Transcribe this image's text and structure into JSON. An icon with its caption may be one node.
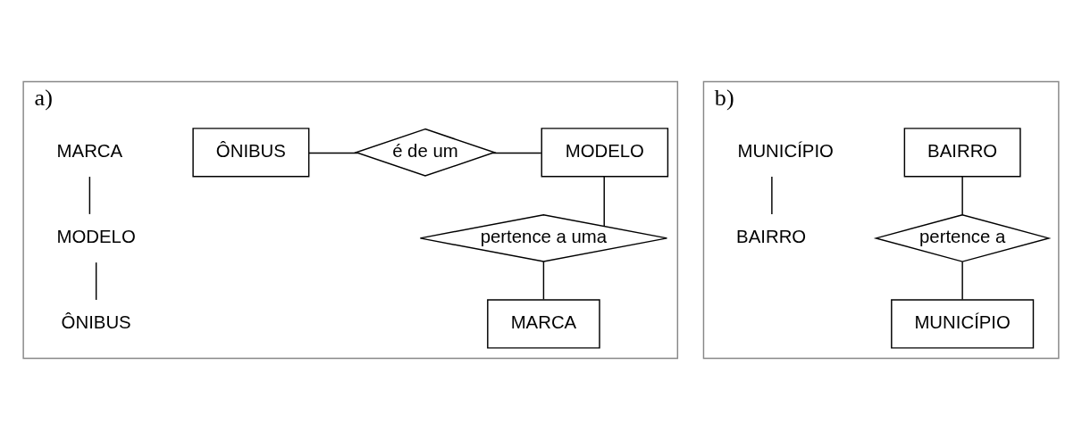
{
  "diagram": {
    "nodes": [
      {
        "text": [
          "a)"
        ]
      },
      {
        "text": [
          "ÔNIBUS"
        ],
        "in": 0
      },
      {
        "text": [
          "é de um"
        ],
        "in": 0
      },
      {
        "text": [
          "MODELO"
        ],
        "in": 0
      },
      {
        "text": [
          "pertence a uma"
        ],
        "in": 0
      },
      {
        "text": [
          "MARCA"
        ],
        "in": 0
      },
      {
        "text": [
          "MARCA"
        ],
        "in": 0
      },
      {
        "text": [
          "MODELO"
        ],
        "in": 0
      },
      {
        "text": [
          "ÔNIBUS"
        ],
        "in": 0
      },
      {
        "text": [
          "b)"
        ]
      },
      {
        "text": [
          "BAIRRO"
        ],
        "in": 9
      },
      {
        "text": [
          "pertence a"
        ],
        "in": 9
      },
      {
        "text": [
          "MUNICÍPIO"
        ],
        "in": 9
      },
      {
        "text": [
          "MUNICÍPIO"
        ],
        "in": 9
      },
      {
        "text": [
          "BAIRRO"
        ],
        "in": 9
      }
    ],
    "edges": [
      {
        "from": 1,
        "to": 2,
        "arrow": "none"
      },
      {
        "from": 2,
        "to": 3,
        "arrow": "none"
      },
      {
        "from": 3,
        "to": 4,
        "arrow": "none"
      },
      {
        "from": 4,
        "to": 5,
        "arrow": "none"
      },
      {
        "from": 6,
        "to": 7,
        "arrow": "none"
      },
      {
        "from": 7,
        "to": 8,
        "arrow": "none"
      },
      {
        "from": 10,
        "to": 11,
        "arrow": "none"
      },
      {
        "from": 11,
        "to": 12,
        "arrow": "none"
      },
      {
        "from": 13,
        "to": 14,
        "arrow": "none"
      }
    ]
  }
}
